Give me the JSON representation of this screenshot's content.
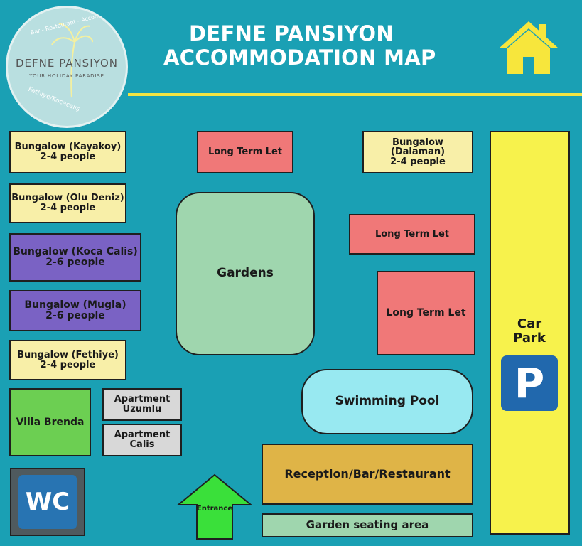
{
  "header": {
    "title_line1": "DEFNE PANSIYON",
    "title_line2": "ACCOMMODATION MAP"
  },
  "logo": {
    "name": "DEFNE PANSIYON",
    "tagline": "YOUR HOLIDAY PARADISE",
    "top_text": "Bar - Restaurant - Accommodation",
    "bottom_text": "Fethiye/Kocacalış"
  },
  "icons": [
    "home-icon",
    "wc-icon",
    "parking-icon",
    "entrance-arrow-icon",
    "palm-tree-icon"
  ],
  "colors": {
    "background": "#1aa0b4",
    "bungalow_small": "#f8efa8",
    "bungalow_large": "#7a62c4",
    "long_term_let": "#f07878",
    "gardens": "#9fd6ae",
    "villa": "#6ccf52",
    "apartment": "#d8d8d8",
    "reception": "#dfb447",
    "pool": "#98e9f1",
    "car_park": "#f7f24c",
    "entrance": "#3ae03a"
  },
  "bungalows": [
    {
      "line1": "Bungalow (Kayakoy)",
      "line2": "2-4 people"
    },
    {
      "line1": "Bungalow (Olu Deniz)",
      "line2": "2-4 people"
    },
    {
      "line1": "Bungalow (Koca Calis)",
      "line2": "2-6 people"
    },
    {
      "line1": "Bungalow (Mugla)",
      "line2": "2-6 people"
    },
    {
      "line1": "Bungalow (Fethiye)",
      "line2": "2-4 people"
    },
    {
      "line1": "Bungalow (Dalaman)",
      "line2": "2-4 people"
    }
  ],
  "long_term_lets": [
    "Long Term Let",
    "Long Term Let",
    "Long Term Let"
  ],
  "gardens": "Gardens",
  "villa": "Villa Brenda",
  "apartments": [
    {
      "line1": "Apartment",
      "line2": "Uzumlu"
    },
    {
      "line1": "Apartment",
      "line2": "Calis"
    }
  ],
  "pool": "Swimming Pool",
  "reception": "Reception/Bar/Restaurant",
  "seating": "Garden seating area",
  "entrance": "Entrance",
  "car_park": {
    "line1": "Car",
    "line2": "Park",
    "sign": "P"
  },
  "wc": "WC"
}
